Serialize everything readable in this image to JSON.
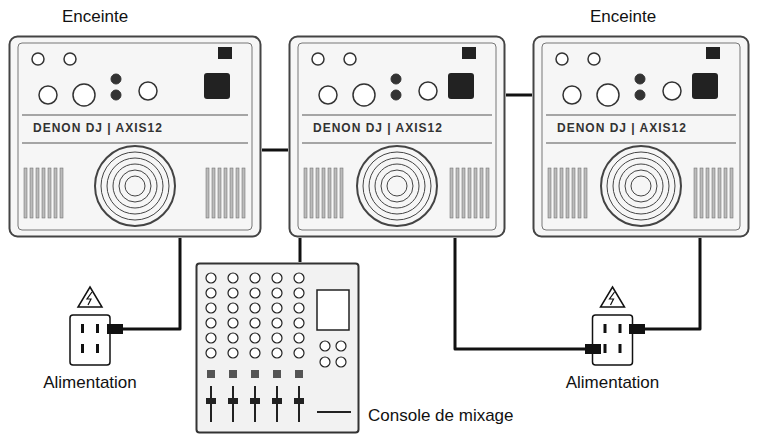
{
  "diagram": {
    "nodes": [
      {
        "text": [
          "Enceinte",
          "DENON DJ | AXIS12"
        ]
      },
      {
        "text": [
          "DENON DJ | AXIS12"
        ]
      },
      {
        "text": [
          "Enceinte",
          "DENON DJ | AXIS12"
        ]
      },
      {
        "text": [
          "Console de mixage"
        ]
      },
      {
        "text": [
          "Alimentation"
        ]
      },
      {
        "text": [
          "Alimentation"
        ]
      }
    ],
    "edges": [
      {
        "from": 3,
        "to": 1,
        "arrow": "none"
      },
      {
        "from": 1,
        "to": 0,
        "arrow": "none"
      },
      {
        "from": 1,
        "to": 2,
        "arrow": "none"
      },
      {
        "from": 0,
        "to": 4,
        "arrow": "none"
      },
      {
        "from": 2,
        "to": 5,
        "arrow": "none"
      },
      {
        "from": 1,
        "to": 5,
        "arrow": "none"
      }
    ]
  }
}
